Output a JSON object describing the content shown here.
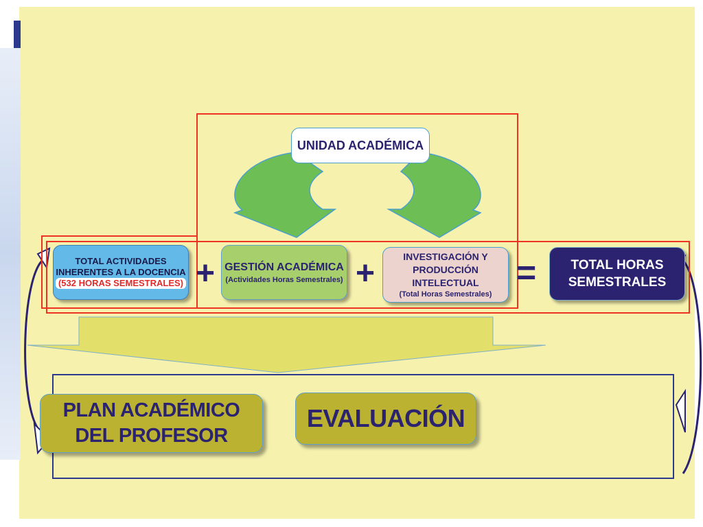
{
  "unidad": {
    "label": "UNIDAD ACADÉMICA"
  },
  "docencia": {
    "line1": "TOTAL ACTIVIDADES",
    "line2": "INHERENTES A LA DOCENCIA",
    "line3": "(532 HORAS SEMESTRALES)"
  },
  "gestion": {
    "title": "GESTIÓN ACADÉMICA",
    "subtitle": "(Actividades Horas Semestrales)"
  },
  "investigacion": {
    "line1": "INVESTIGACIÓN Y",
    "line2": "PRODUCCIÓN",
    "line3": "INTELECTUAL",
    "subtitle": "(Total Horas Semestrales)"
  },
  "total": {
    "line1": "TOTAL HORAS",
    "line2": "SEMESTRALES"
  },
  "operators": {
    "plus1": "+",
    "plus2": "+",
    "equals": "="
  },
  "plan": {
    "line1": "PLAN ACADÉMICO",
    "line2": "DEL PROFESOR"
  },
  "evaluacion": {
    "label": "EVALUACIÓN"
  },
  "colors": {
    "background": "#f6f2ae",
    "green_arrow": "#6dbf55",
    "red_frame": "#ee3322",
    "navy": "#2b2270",
    "blue_box": "#63b9e8",
    "green_box": "#a7d06c",
    "pink_box": "#ecd3cd",
    "olive_box": "#bbb231",
    "down_arrow": "#e2e06a"
  }
}
